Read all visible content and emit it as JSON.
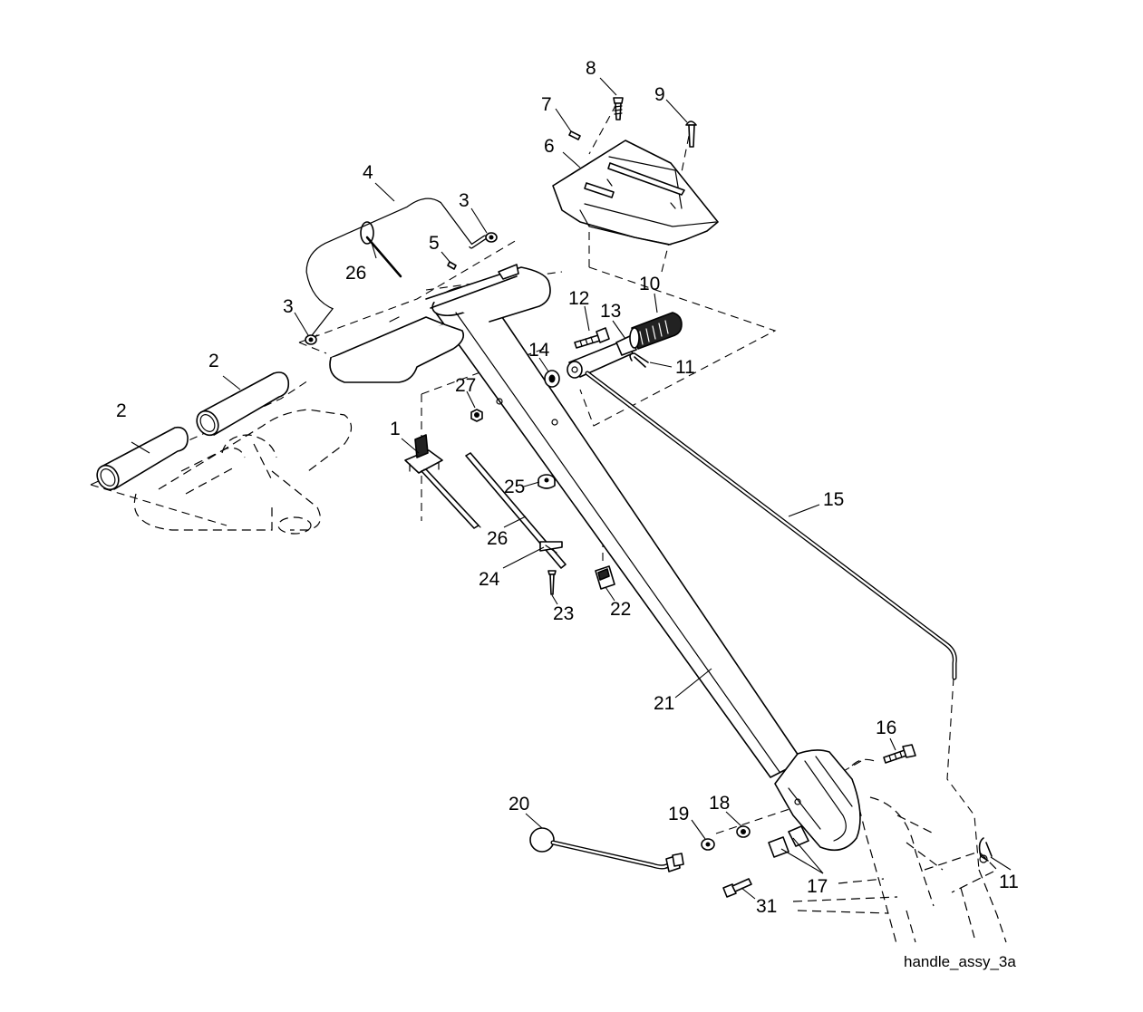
{
  "callouts": [
    {
      "id": "c1",
      "label": "1"
    },
    {
      "id": "c2a",
      "label": "2"
    },
    {
      "id": "c2b",
      "label": "2"
    },
    {
      "id": "c3a",
      "label": "3"
    },
    {
      "id": "c3b",
      "label": "3"
    },
    {
      "id": "c4",
      "label": "4"
    },
    {
      "id": "c5",
      "label": "5"
    },
    {
      "id": "c6",
      "label": "6"
    },
    {
      "id": "c7",
      "label": "7"
    },
    {
      "id": "c8",
      "label": "8"
    },
    {
      "id": "c9",
      "label": "9"
    },
    {
      "id": "c10",
      "label": "10"
    },
    {
      "id": "c11a",
      "label": "11"
    },
    {
      "id": "c11b",
      "label": "11"
    },
    {
      "id": "c12",
      "label": "12"
    },
    {
      "id": "c13",
      "label": "13"
    },
    {
      "id": "c14",
      "label": "14"
    },
    {
      "id": "c15",
      "label": "15"
    },
    {
      "id": "c16",
      "label": "16"
    },
    {
      "id": "c17",
      "label": "17"
    },
    {
      "id": "c18",
      "label": "18"
    },
    {
      "id": "c19",
      "label": "19"
    },
    {
      "id": "c20",
      "label": "20"
    },
    {
      "id": "c21",
      "label": "21"
    },
    {
      "id": "c22",
      "label": "22"
    },
    {
      "id": "c23",
      "label": "23"
    },
    {
      "id": "c24",
      "label": "24"
    },
    {
      "id": "c25",
      "label": "25"
    },
    {
      "id": "c26a",
      "label": "26"
    },
    {
      "id": "c26b",
      "label": "26"
    },
    {
      "id": "c27",
      "label": "27"
    },
    {
      "id": "c31",
      "label": "31"
    }
  ],
  "caption": "handle_assy_3a"
}
